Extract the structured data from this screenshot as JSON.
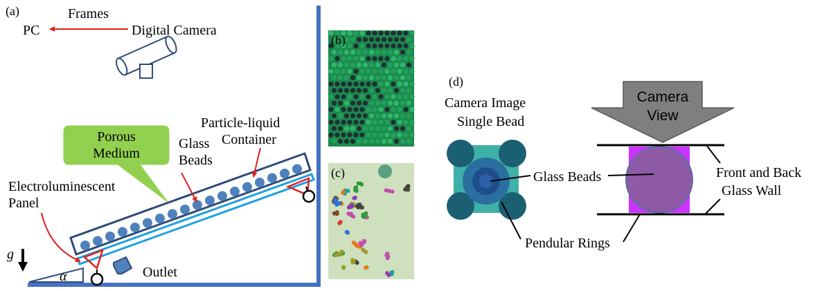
{
  "panel_a": {
    "tag": "(a)",
    "pc": "PC",
    "frames": "Frames",
    "digital_camera": "Digital Camera",
    "porous_line1": "Porous",
    "porous_line2": "Medium",
    "glass_line1": "Glass",
    "glass_line2": "Beads",
    "container_line1": "Particle-liquid",
    "container_line2": "Container",
    "panel_line1": "Electroluminescent",
    "panel_line2": "Panel",
    "gravity": "g",
    "angle": "α",
    "outlet": "Outlet"
  },
  "panel_b": {
    "tag": "(b)"
  },
  "panel_c": {
    "tag": "(c)"
  },
  "panel_d": {
    "tag": "(d)",
    "camera_image_line1": "Camera Image",
    "camera_image_line2": "Single Bead",
    "camera_view_line1": "Camera",
    "camera_view_line2": "View",
    "glass_beads": "Glass Beads",
    "wall_line1": "Front and Back",
    "wall_line2": "Glass Wall",
    "pendular": "Pendular Rings"
  },
  "colors": {
    "container_outline": "#2e4a78",
    "bead_fill": "#4f81bd",
    "panel_cyan": "#1da0e0",
    "callout_green": "#92d050",
    "arrow_red": "#e02020",
    "camera_arrow_gray": "#7f7f7f",
    "pendular_magenta": "#cc33ff",
    "bead_purple": "#8e5aa6"
  }
}
